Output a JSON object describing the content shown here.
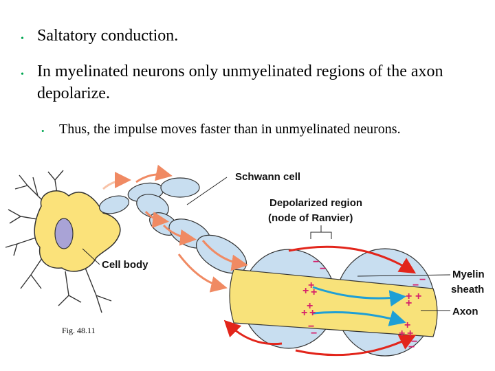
{
  "bullets": {
    "b1": "Saltatory conduction.",
    "b2": "In myelinated neurons only unmyelinated regions of the axon depolarize.",
    "b3": "Thus, the impulse moves faster than in unmyelinated neurons."
  },
  "diagram": {
    "label_schwann": "Schwann cell",
    "label_depolarized_1": "Depolarized region",
    "label_depolarized_2": "(node of Ranvier)",
    "label_cell_body": "Cell body",
    "label_myelin_1": "Myelin",
    "label_myelin_2": "sheath",
    "label_axon": "Axon",
    "plus": "+",
    "minus": "−"
  },
  "figure_label": "Fig. 48.11",
  "colors": {
    "bullet": "#00a651",
    "cell_body": "#fbe27a",
    "nucleus": "#a9a3d6",
    "myelin": "#c8def0",
    "axon": "#f8e27a",
    "arrow_red": "#e2251b",
    "arrow_orange": "#f08a63",
    "current_blue": "#1e9fd6",
    "charge": "#d6206b"
  }
}
